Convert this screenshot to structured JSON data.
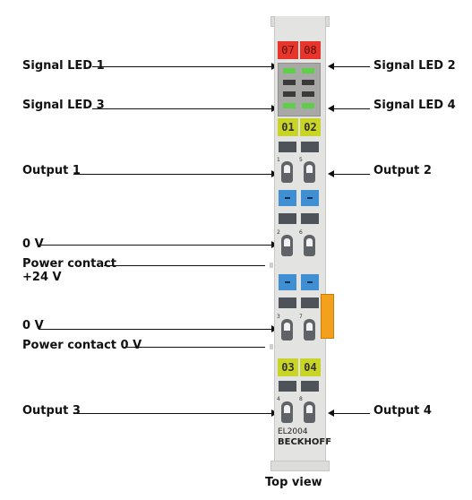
{
  "labels": {
    "signal_led_1": "Signal LED 1",
    "signal_led_2": "Signal LED 2",
    "signal_led_3": "Signal LED 3",
    "signal_led_4": "Signal LED 4",
    "output_1": "Output 1",
    "output_2": "Output 2",
    "zero_v_1": "0 V",
    "power_contact_24v_line1": "Power contact",
    "power_contact_24v_line2": "+24 V",
    "zero_v_2": "0 V",
    "power_contact_0v": "Power contact 0 V",
    "output_3": "Output 3",
    "output_4": "Output 4"
  },
  "module": {
    "led_top_left": "07",
    "led_top_right": "08",
    "led_mid_left": "01",
    "led_mid_right": "02",
    "led_bot_left": "03",
    "led_bot_right": "04",
    "model": "EL2004",
    "brand": "BECKHOFF",
    "pins": [
      "1",
      "5",
      "2",
      "6",
      "3",
      "7",
      "4",
      "8"
    ]
  },
  "caption": "Top view",
  "colors": {
    "housing": "#e3e3e1",
    "led_red": "#e8352c",
    "led_yellow": "#c9d526",
    "led_green": "#5fcf4a",
    "contact_blue": "#3f8fd2",
    "power_orange": "#f3a01c"
  }
}
